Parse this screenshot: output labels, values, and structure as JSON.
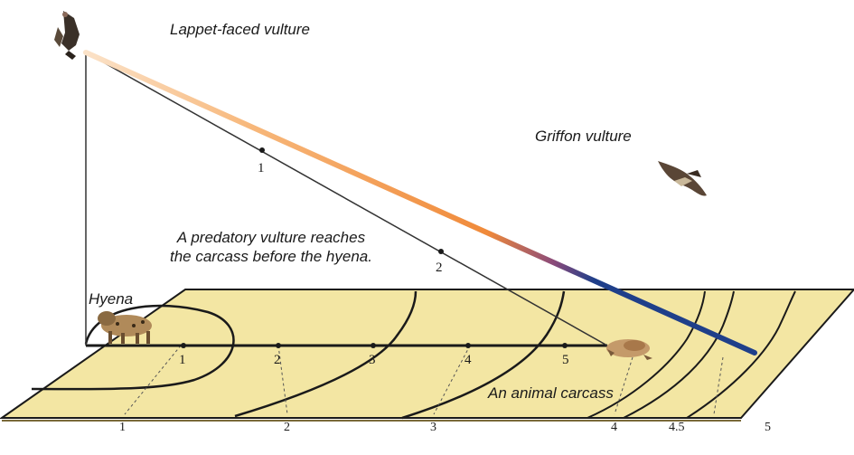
{
  "labels": {
    "lappet": "Lappet-faced vulture",
    "griffon": "Griffon vulture",
    "predatory_line1": "A predatory vulture reaches",
    "predatory_line2": "the carcass before the hyena.",
    "hyena": "Hyena",
    "carcass": "An animal carcass"
  },
  "ground_scale": [
    "1",
    "2",
    "3",
    "4",
    "4.5",
    "5"
  ],
  "hyena_path_scale": [
    "1",
    "2",
    "3",
    "4",
    "5"
  ],
  "flight_path_scale": [
    "1",
    "2"
  ],
  "colors": {
    "ground": "#f3e6a3",
    "ground_edge": "#1a1a1a",
    "lappet_path_start": "#f7c89a",
    "lappet_path_mid": "#f19a4c",
    "griffon_path": "#1f3f8a",
    "outline": "#222222"
  },
  "icons": [
    "lappet-vulture-icon",
    "griffon-vulture-icon",
    "hyena-icon",
    "carcass-icon"
  ]
}
